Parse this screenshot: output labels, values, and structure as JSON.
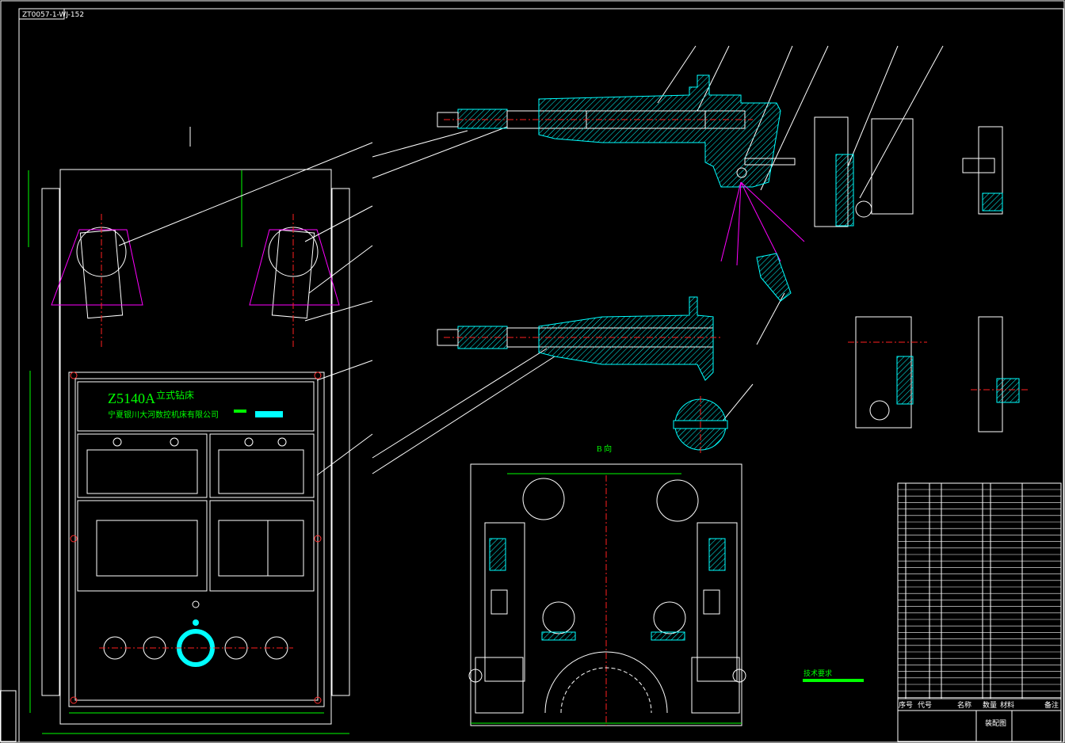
{
  "drawing_number": "ZT0057-1-WJ-152",
  "panel": {
    "model": "Z5140A",
    "machine_type": "立式钻床",
    "company": "宁夏银川大河数控机床有限公司"
  },
  "view_label_b": "B 向",
  "technical_requirements": "技术要求",
  "title_block": {
    "headers": [
      "序号",
      "代号",
      "名称",
      "数量",
      "材料",
      "备注"
    ],
    "drawing_title": "装配图"
  },
  "colors": {
    "outline": "#ffffff",
    "dimension": "#00ff00",
    "hatch": "#00ffff",
    "centerline": "#ff2020",
    "motion": "#ff00ff"
  }
}
